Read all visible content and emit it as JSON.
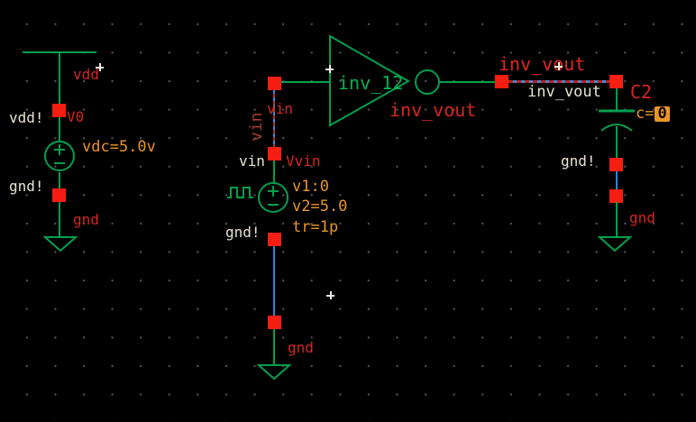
{
  "app": {
    "type": "schematic-editor-canvas",
    "description": "CMOS inverter testbench schematic"
  },
  "colors": {
    "background": "#000000",
    "grid_dot": "#50505a",
    "wire_green": "#00a04c",
    "wire_blue": "#2b85dc",
    "highlight_dash_blue": "#3a8ade",
    "highlight_dash_red": "#c32218",
    "pin_red": "#f51e12",
    "label_red": "#d62520",
    "label_white": "#e9e3d2",
    "property_orange": "#e89628",
    "symbol_text_green": "#00b457",
    "wire_label_dark_red": "#a23c28"
  },
  "power_branch": {
    "rail_net_label": "vdd",
    "pin_net_label_top": "vdd!",
    "instance_name": "V0",
    "property_vdc": "vdc=5.0v",
    "pin_net_label_bottom": "gnd!",
    "gnd_net_label": "gnd"
  },
  "input_branch": {
    "wire_label_rotated": "vin",
    "wire_label": "vin",
    "pin_net_label": "vin",
    "instance_name": "Vvin",
    "property_v1": "v1:0",
    "property_v2": "v2=5.0",
    "property_tr": "tr=1p",
    "pin_net_label_gnd": "gnd!",
    "gnd_net_label": "gnd"
  },
  "inverter": {
    "instance_name": "inv_12",
    "output_net_label": "inv_vout"
  },
  "output_net": {
    "net_label_top": "inv_vout",
    "wire_label": "inv_vout"
  },
  "cap_branch": {
    "instance_name": "C2",
    "property_prefix": "c=",
    "property_value": "0",
    "pin_net_label_gnd": "gnd!",
    "gnd_net_label": "gnd"
  }
}
